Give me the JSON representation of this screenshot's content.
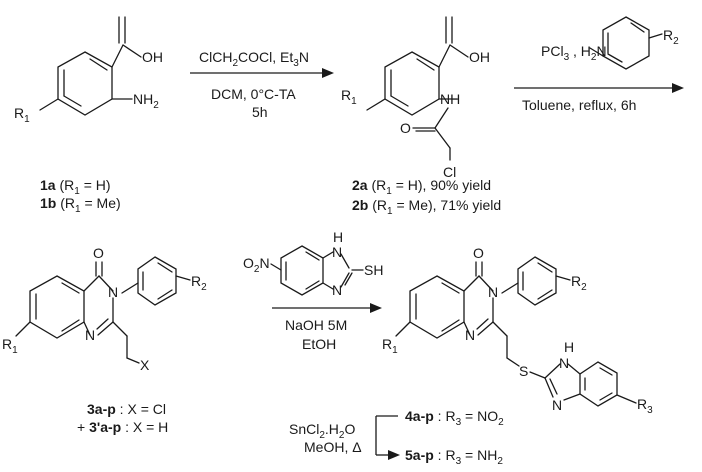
{
  "molecule_labels": {
    "c1_oh": "OH",
    "c1_nh2": "NH",
    "c1_nh2_sub": "2",
    "c1_r1": "R",
    "c1_r1_sub": "1",
    "c2_oh": "OH",
    "c2_nh": "NH",
    "c2_o": "O",
    "c2_cl": "Cl",
    "c2_r1": "R",
    "c2_r1_sub": "1",
    "c3_o": "O",
    "c3_n3": "N",
    "c3_n1": "N",
    "c3_r2": "R",
    "c3_r2_sub": "2",
    "c3_r1": "R",
    "c3_r1_sub": "1",
    "c3_x": "X",
    "c4_o": "O",
    "c4_n3": "N",
    "c4_n1": "N",
    "c4_r2": "R",
    "c4_r2_sub": "2",
    "c4_r1": "R",
    "c4_r1_sub": "1",
    "c4_s": "S",
    "c4_h": "H",
    "c4_nh": "N",
    "c4_n": "N",
    "c4_r3": "R",
    "c4_r3_sub": "3",
    "reag_h": "H",
    "reag_nh": "N",
    "reag_n": "N",
    "reag_sh": "SH",
    "reag_no2": "O",
    "reag_no2_n": "N",
    "reag_no2_sub": "2"
  },
  "compounds": {
    "c1a_id": "1a",
    "c1a_rest": " (R",
    "c1a_sub": "1",
    "c1a_tail": " = H)",
    "c1b_id": "1b",
    "c1b_rest": " (R",
    "c1b_sub": "1",
    "c1b_tail": " = Me)",
    "c2a_id": "2a",
    "c2a_rest": " (R",
    "c2a_sub": "1",
    "c2a_tail": " = H), 90% yield",
    "c2b_id": "2b",
    "c2b_rest": " (R",
    "c2b_sub": "1",
    "c2b_tail": " = Me), 71% yield",
    "c3_id": "3a-p",
    "c3_tail": " : X = Cl",
    "c3p_plus": "+ ",
    "c3p_id": "3'a-p",
    "c3p_tail": " : X = H",
    "c4_id": "4a-p",
    "c4_tail": " : R",
    "c4_sub": "3",
    "c4_end": " = NO",
    "c4_sub2": "2",
    "c5_id": "5a-p",
    "c5_tail": " : R",
    "c5_sub": "3",
    "c5_end": " = NH",
    "c5_sub2": "2"
  },
  "conditions": {
    "step1_top_a": "ClCH",
    "step1_top_sub1": "2",
    "step1_top_b": "COCl, Et",
    "step1_top_sub2": "3",
    "step1_top_c": "N",
    "step1_bottom1": "DCM, 0°C-TA",
    "step1_bottom2": "5h",
    "step2_top_a": "PCl",
    "step2_top_sub": "3",
    "step2_top_b": " , H",
    "step2_top_sub2": "2",
    "step2_top_c": "N",
    "step2_bottom": "Toluene, reflux, 6h",
    "step3_bottom1": "NaOH 5M",
    "step3_bottom2": "EtOH",
    "step4_a": "SnCl",
    "step4_sub": "2",
    "step4_b": ".H",
    "step4_sub2": "2",
    "step4_c": "O",
    "step4_line2": "MeOH, Δ"
  }
}
